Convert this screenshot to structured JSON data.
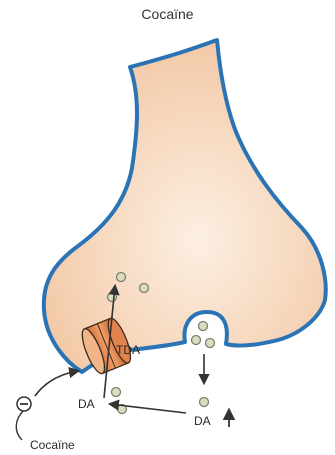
{
  "title": "Cocaïne",
  "labels": {
    "transporter": "TDA",
    "dopamine_left": "DA",
    "dopamine_right": "DA",
    "drug": "Cocaïne"
  },
  "colors": {
    "terminal_fill_center": "#fbe9da",
    "terminal_fill_edge": "#f3c9a6",
    "terminal_outline": "#2a74b5",
    "transporter_body": "#e0834c",
    "transporter_highlight": "#f6c7a4",
    "vesicle_fill": "#dcdcc2",
    "arrow": "#333333"
  },
  "icons": {
    "inhibition": "minus-circle-icon",
    "increase": "up-arrow-icon"
  }
}
